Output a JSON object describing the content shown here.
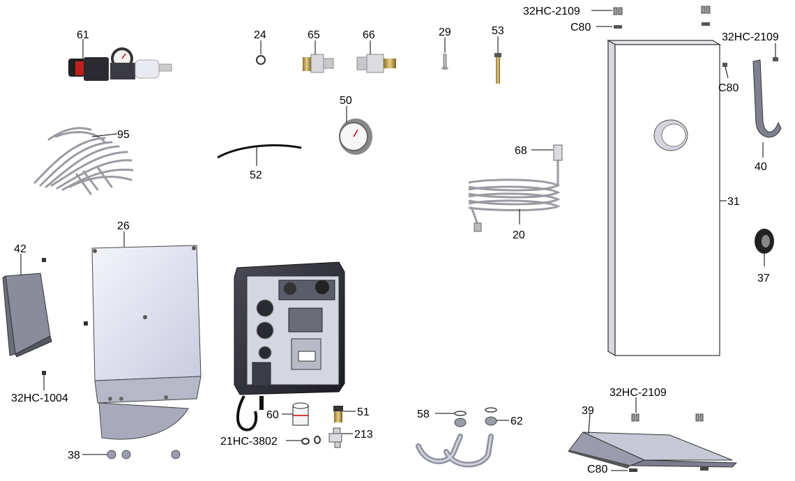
{
  "labels": {
    "p61": "61",
    "p24": "24",
    "p65": "65",
    "p66": "66",
    "p29": "29",
    "p53": "53",
    "p95": "95",
    "p50": "50",
    "p52": "52",
    "p68": "68",
    "p20": "20",
    "p31": "31",
    "p40": "40",
    "p37": "37",
    "p42": "42",
    "p26": "26",
    "p60": "60",
    "p51": "51",
    "p213": "213",
    "p58": "58",
    "p62": "62",
    "p39": "39",
    "p38": "38",
    "hc2109_top": "32HC-2109",
    "c80_top": "C80",
    "hc2109_right": "32HC-2109",
    "c80_right": "C80",
    "hc1004": "32HC-1004",
    "hc3802": "21HC-3802",
    "hc2109_bottom": "32HC-2109",
    "c80_bottom": "C80"
  }
}
